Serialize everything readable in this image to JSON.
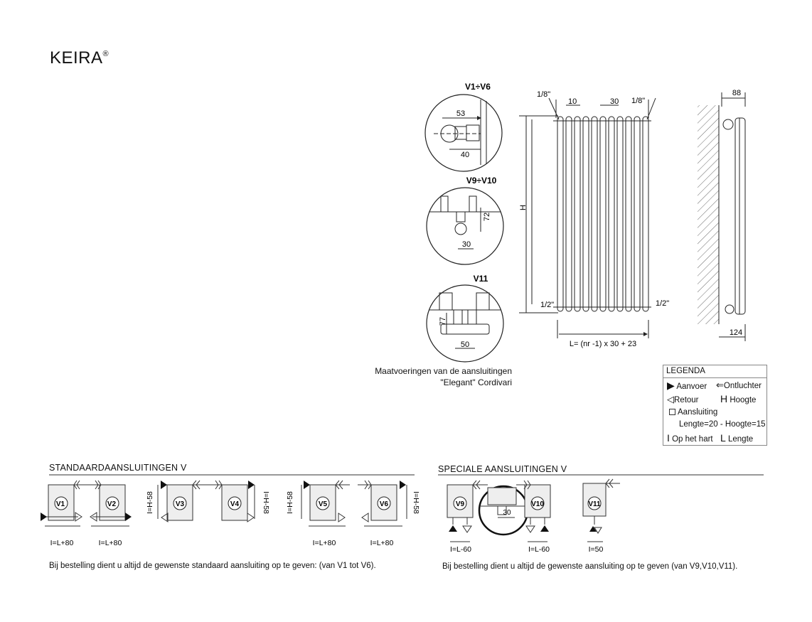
{
  "brand": {
    "name": "KEIRA",
    "mark": "®"
  },
  "details": {
    "v1v6": {
      "title": "V1÷V6",
      "dim_a": "53",
      "dim_b": "40"
    },
    "v9v10": {
      "title": "V9÷V10",
      "dim_a": "72",
      "dim_b": "30"
    },
    "v11": {
      "title": "V11",
      "dim_a": "77",
      "dim_b": "50"
    },
    "caption_1": "Maatvoeringen van de aansluitingen",
    "caption_2": "\"Elegant\" Cordivari"
  },
  "front": {
    "top_left": "1/8\"",
    "top_right": "1/8\"",
    "pitch_a": "10",
    "pitch_b": "30",
    "height": "H",
    "bottom_left": "1/2\"",
    "bottom_right": "1/2\"",
    "formula": "L= (nr -1) x 30 + 23"
  },
  "side": {
    "depth_top": "88",
    "depth_bottom": "124"
  },
  "legend": {
    "title": "LEGENDA",
    "aanvoer": "Aanvoer",
    "ontluchter": "Ontluchter",
    "retour": "Retour",
    "hoogte_sym": "H",
    "hoogte": "Hoogte",
    "aansluiting": "Aansluiting",
    "aansluiting_dim": "Lengte=20 - Hoogte=15",
    "hart_sym": "I",
    "hart": "Op het hart",
    "lengte_sym": "L",
    "lengte": "Lengte"
  },
  "standard": {
    "title": "STANDAARDAANSLUITINGEN V",
    "items": [
      {
        "id": "V1",
        "dim": "I=L+80"
      },
      {
        "id": "V2",
        "dim": "I=L+80"
      },
      {
        "id": "V3",
        "dim": "I=H-58"
      },
      {
        "id": "V4",
        "dim": "I=H-58"
      },
      {
        "id": "V5",
        "dim": "I=H-58",
        "dim2": "I=L+80"
      },
      {
        "id": "V6",
        "dim": "I=H-58",
        "dim2": "I=L+80"
      }
    ],
    "note": "Bij bestelling dient u altijd de gewenste standaard aansluiting op te geven: (van V1 tot V6)."
  },
  "special": {
    "title": "SPECIALE AANSLUITINGEN V",
    "items": [
      {
        "id": "V9",
        "dim": "I=L-60"
      },
      {
        "id": "V10",
        "dim": "I=L-60"
      },
      {
        "id": "V11",
        "dim": "I=50"
      }
    ],
    "zoom_dim": "30",
    "note": "Bij bestelling dient u altijd de gewenste aansluiting op te geven (van V9,V10,V11)."
  }
}
